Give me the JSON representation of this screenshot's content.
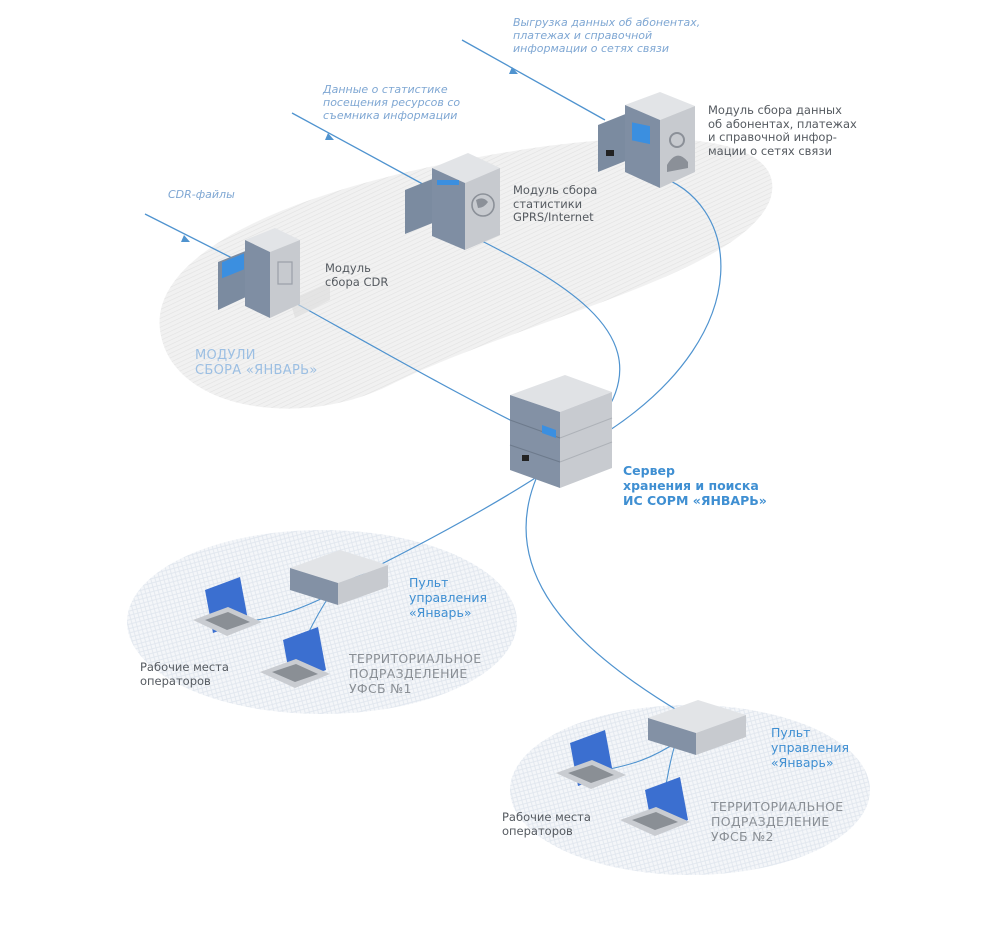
{
  "colors": {
    "connector": "#4f93cf",
    "accent_blue": "#3f8fd2",
    "incoming_label": "#7fa7d3",
    "zone_fill": "#ececec",
    "screen_blue": "#3b6fd0",
    "device_gray": "#c9ccd1",
    "device_dark": "#6f7c8e"
  },
  "incoming_flows": [
    {
      "id": "cdr",
      "label": "CDR-файлы"
    },
    {
      "id": "gprs",
      "label": "Данные о статистике\nпосещения ресурсов со\nсъемника информации"
    },
    {
      "id": "subscribers",
      "label": "Выгрузка данных об абонентах,\nплатежах и справочной\nинформации о сетях связи"
    }
  ],
  "collection_zone": {
    "title": "МОДУЛИ\nСБОРА «ЯНВАРЬ»",
    "modules": [
      {
        "id": "cdr",
        "label": "Модуль\nсбора CDR",
        "icon": "waveform-icon",
        "side_icon": "document-icon"
      },
      {
        "id": "gprs",
        "label": "Модуль сбора\nстатистики\nGPRS/Internet",
        "icon": "display-icon",
        "side_icon": "globe-icon"
      },
      {
        "id": "subscribers",
        "label": "Модуль сбора данных\nоб абонентах, платежах\nи справочной инфор-\nмации о сетях связи",
        "icon": "grid-screen-icon",
        "side_icon": "person-icon"
      }
    ]
  },
  "central_server": {
    "label": "Сервер\nхранения и поиска\nИС СОРМ «ЯНВАРЬ»",
    "icon": "rack-server-icon"
  },
  "branches": [
    {
      "id": "ufsb1",
      "console_label": "Пульт\nуправления\n«Январь»",
      "workstations_label": "Рабочие места\nоператоров",
      "unit_label": "ТЕРРИТОРИАЛЬНОЕ\nПОДРАЗДЕЛЕНИЕ\nУФСБ №1",
      "laptop_icon": "laptop-icon",
      "console_icon": "control-console-icon"
    },
    {
      "id": "ufsb2",
      "console_label": "Пульт\nуправления\n«Январь»",
      "workstations_label": "Рабочие места\nоператоров",
      "unit_label": "ТЕРРИТОРИАЛЬНОЕ\nПОДРАЗДЕЛЕНИЕ\nУФСБ №2",
      "laptop_icon": "laptop-icon",
      "console_icon": "control-console-icon"
    }
  ]
}
